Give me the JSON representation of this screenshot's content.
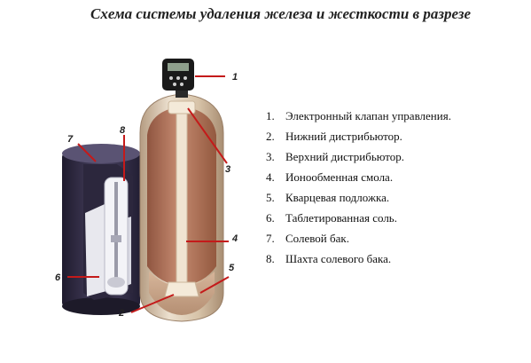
{
  "title": "Схема системы удаления железа и жесткости в разрезе",
  "callouts": {
    "c1": "1",
    "c2": "2",
    "c3": "3",
    "c4": "4",
    "c5": "5",
    "c6": "6",
    "c7": "7",
    "c8": "8"
  },
  "legend": {
    "items": [
      {
        "num": "1.",
        "text": "Электронный клапан управления."
      },
      {
        "num": "2.",
        "text": "Нижний дистрибьютор."
      },
      {
        "num": "3.",
        "text": "Верхний дистрибьютор."
      },
      {
        "num": "4.",
        "text": "Ионообменная смола."
      },
      {
        "num": "5.",
        "text": "Кварцевая подложка."
      },
      {
        "num": "6.",
        "text": "Таблетированная соль."
      },
      {
        "num": "7.",
        "text": "Солевой бак."
      },
      {
        "num": "8.",
        "text": "Шахта солевого бака."
      }
    ]
  },
  "colors": {
    "callout_line": "#c41a1a",
    "tank_shell": "#d8c4a8",
    "resin": "#b07058",
    "brine_tank": "#3a3450"
  }
}
